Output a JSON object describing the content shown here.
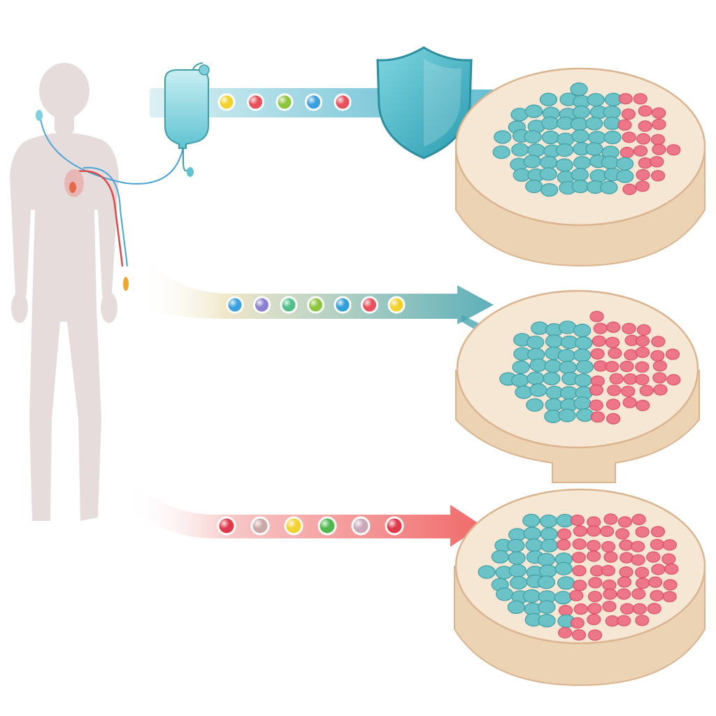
{
  "colors": {
    "background": "#ffffff",
    "silhouette": "#e6dcdc",
    "tissue_top": "#f6e7d4",
    "tissue_side": "#ecd3b4",
    "tissue_outline": "#d9b48f",
    "cell_blue": "#6cc3c7",
    "cell_blue_dark": "#3d9ea6",
    "cell_red": "#ee7186",
    "cell_red_dark": "#d94a64",
    "shield": "#3fb2c4",
    "iv_fluid": "#7fd0dc",
    "arrow_top": "#5bb9cf",
    "arrow_mid": "#4aa7b2",
    "arrow_bottom": "#ef5a5a"
  },
  "pathways": [
    {
      "id": "top",
      "arrow_color": "arrow_top",
      "beads": [
        "#f2d22e",
        "#e8505b",
        "#8cc63f",
        "#3aa0e0",
        "#e8505b"
      ],
      "tissue": {
        "blue_fraction": 0.7,
        "red_fraction": 0.3,
        "constricted": false
      }
    },
    {
      "id": "middle",
      "arrow_color": "arrow_mid",
      "beads": [
        "#3aa0e0",
        "#8a7fd0",
        "#4fc08a",
        "#8cc63f",
        "#2f9fd8",
        "#e8505b",
        "#f2d22e"
      ],
      "tissue": {
        "blue_fraction": 0.5,
        "red_fraction": 0.5,
        "constricted": true
      }
    },
    {
      "id": "bottom",
      "arrow_color": "arrow_bottom",
      "beads": [
        "#e0394b",
        "#c9a8a8",
        "#f2d22e",
        "#4fb84f",
        "#c9a8b8",
        "#e0394b"
      ],
      "tissue": {
        "blue_fraction": 0.4,
        "red_fraction": 0.6,
        "constricted": false
      }
    }
  ],
  "icons": [
    "human-silhouette",
    "iv-bag-icon",
    "shield-icon",
    "tissue-cross-section"
  ]
}
